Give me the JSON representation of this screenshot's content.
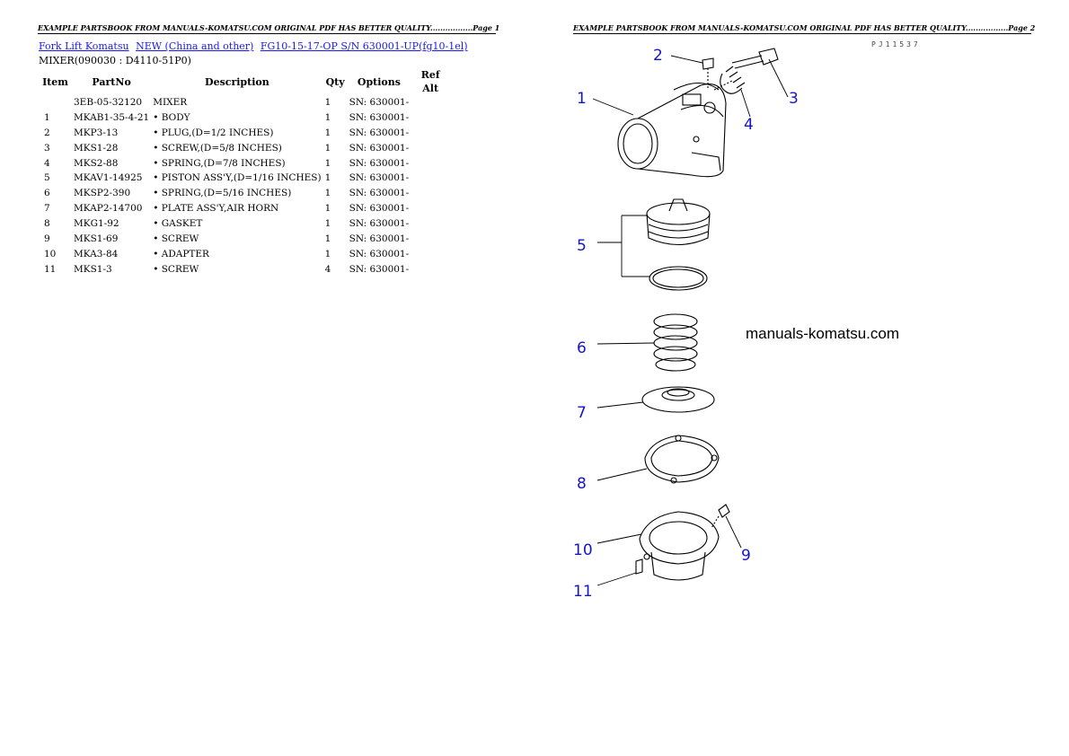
{
  "headers": {
    "page1": "EXAMPLE PARTSBOOK FROM MANUALS-KOMATSU.COM ORIGINAL PDF HAS BETTER QUALITY.................Page 1",
    "page2": "EXAMPLE PARTSBOOK FROM MANUALS-KOMATSU.COM ORIGINAL PDF HAS BETTER QUALITY.................Page 2"
  },
  "breadcrumbs": [
    "Fork Lift Komatsu",
    "NEW (China and other)",
    "FG10-15-17-OP S/N 630001-UP(fg10-1el)"
  ],
  "subtitle": "MIXER(090030 : D4110-51P0)",
  "table": {
    "columns": [
      "Item",
      "PartNo",
      "Description",
      "Qty",
      "Options",
      "Ref Alt"
    ],
    "rows": [
      [
        "",
        "3EB-05-32120",
        "MIXER",
        "1",
        "SN: 630001-",
        ""
      ],
      [
        "1",
        "MKAB1-35-4-21",
        "• BODY",
        "1",
        "SN: 630001-",
        ""
      ],
      [
        "2",
        "MKP3-13",
        "• PLUG,(D=1/2 INCHES)",
        "1",
        "SN: 630001-",
        ""
      ],
      [
        "3",
        "MKS1-28",
        "• SCREW,(D=5/8 INCHES)",
        "1",
        "SN: 630001-",
        ""
      ],
      [
        "4",
        "MKS2-88",
        "• SPRING,(D=7/8 INCHES)",
        "1",
        "SN: 630001-",
        ""
      ],
      [
        "5",
        "MKAV1-14925",
        "• PISTON ASS'Y,(D=1/16 INCHES)",
        "1",
        "SN: 630001-",
        ""
      ],
      [
        "6",
        "MKSP2-390",
        "• SPRING,(D=5/16 INCHES)",
        "1",
        "SN: 630001-",
        ""
      ],
      [
        "7",
        "MKAP2-14700",
        "• PLATE ASS'Y,AIR HORN",
        "1",
        "SN: 630001-",
        ""
      ],
      [
        "8",
        "MKG1-92",
        "• GASKET",
        "1",
        "SN: 630001-",
        ""
      ],
      [
        "9",
        "MKS1-69",
        "• SCREW",
        "1",
        "SN: 630001-",
        ""
      ],
      [
        "10",
        "MKA3-84",
        "• ADAPTER",
        "1",
        "SN: 630001-",
        ""
      ],
      [
        "11",
        "MKS1-3",
        "• SCREW",
        "4",
        "SN: 630001-",
        ""
      ]
    ]
  },
  "diagram": {
    "code_top": "PJ11537",
    "watermark": "manuals-komatsu.com",
    "callouts": [
      "1",
      "2",
      "3",
      "4",
      "5",
      "6",
      "7",
      "8",
      "9",
      "10",
      "11"
    ],
    "callout_color": "#1515c8"
  }
}
